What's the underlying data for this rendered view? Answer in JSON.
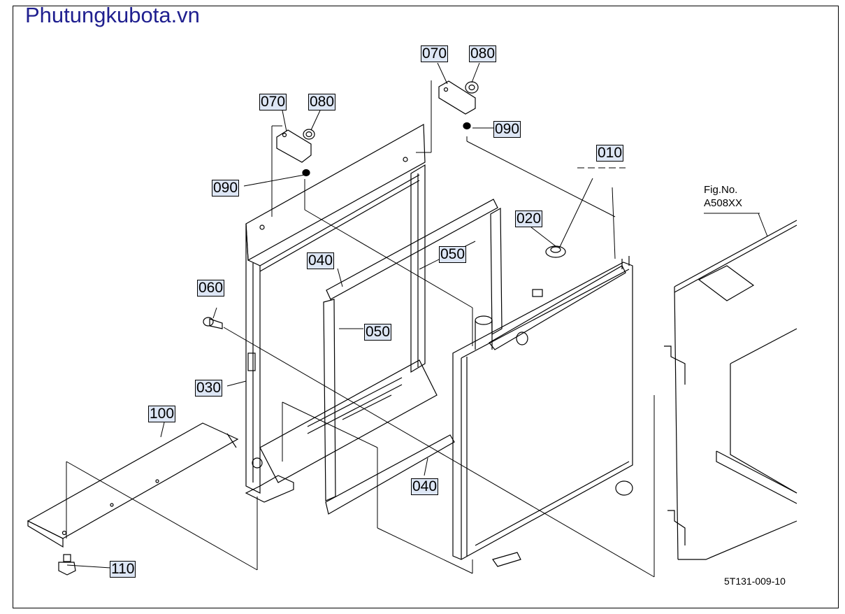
{
  "watermark": "Phutungkubota.vn",
  "fig_ref": {
    "line1": "Fig.No.",
    "line2": "A508XX"
  },
  "drawing_code": "5T131-009-10",
  "callouts": [
    {
      "label": "070"
    },
    {
      "label": "080"
    },
    {
      "label": "090"
    },
    {
      "label": "070"
    },
    {
      "label": "080"
    },
    {
      "label": "090"
    },
    {
      "label": "010"
    },
    {
      "label": "020"
    },
    {
      "label": "040"
    },
    {
      "label": "050"
    },
    {
      "label": "050"
    },
    {
      "label": "060"
    },
    {
      "label": "030"
    },
    {
      "label": "100"
    },
    {
      "label": "040"
    },
    {
      "label": "110"
    }
  ]
}
